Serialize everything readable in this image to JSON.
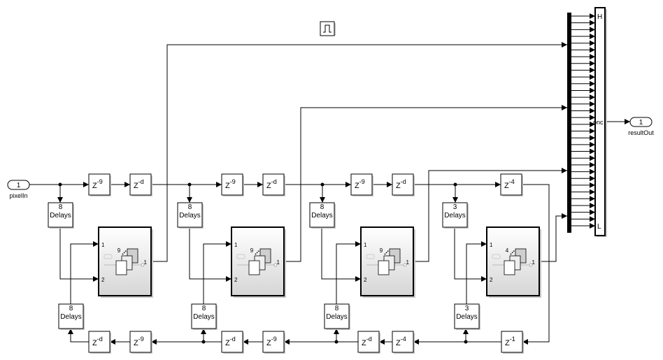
{
  "inport": {
    "number": "1",
    "name": "pixelIn"
  },
  "outport": {
    "number": "1",
    "name": "resultOut"
  },
  "pulse_icon": "pulse-generator-icon",
  "delays_top": [
    {
      "z": "Z",
      "exp": "-9"
    },
    {
      "z": "Z",
      "exp": "-d"
    },
    {
      "z": "Z",
      "exp": "-9"
    },
    {
      "z": "Z",
      "exp": "-d"
    },
    {
      "z": "Z",
      "exp": "-9"
    },
    {
      "z": "Z",
      "exp": "-d"
    },
    {
      "z": "Z",
      "exp": "-4"
    }
  ],
  "delays_bottom": [
    {
      "z": "Z",
      "exp": "-d"
    },
    {
      "z": "Z",
      "exp": "-9"
    },
    {
      "z": "Z",
      "exp": "-d"
    },
    {
      "z": "Z",
      "exp": "-9"
    },
    {
      "z": "Z",
      "exp": "-d"
    },
    {
      "z": "Z",
      "exp": "-4"
    },
    {
      "z": "Z",
      "exp": "-1"
    }
  ],
  "tapped_top": [
    {
      "n": "8",
      "label": "Delays"
    },
    {
      "n": "8",
      "label": "Delays"
    },
    {
      "n": "8",
      "label": "Delays"
    },
    {
      "n": "3",
      "label": "Delays"
    }
  ],
  "tapped_bottom": [
    {
      "n": "8",
      "label": "Delays"
    },
    {
      "n": "8",
      "label": "Delays"
    },
    {
      "n": "8",
      "label": "Delays"
    },
    {
      "n": "3",
      "label": "Delays"
    }
  ],
  "subsystems": [
    {
      "count": "9",
      "in1": "1",
      "in2": "2",
      "out": "1"
    },
    {
      "count": "9",
      "in1": "1",
      "in2": "2",
      "out": "1"
    },
    {
      "count": "9",
      "in1": "1",
      "in2": "2",
      "out": "1"
    },
    {
      "count": "4",
      "in1": "1",
      "in2": "2",
      "out": "1"
    }
  ],
  "concat": {
    "top_label": "H",
    "mid_label": "onc",
    "bottom_label": "L",
    "inputs": 32
  }
}
